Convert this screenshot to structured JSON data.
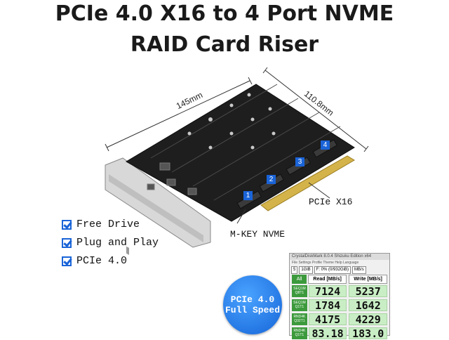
{
  "title_line1": "PCIe 4.0 X16 to 4 Port NVME",
  "title_line2": "RAID Card Riser",
  "dimensions": {
    "width": "145mm",
    "depth": "110.8mm"
  },
  "ports": [
    "1",
    "2",
    "3",
    "4"
  ],
  "callouts": {
    "pcie": "PCIe X16",
    "mkey": "M-KEY NVME"
  },
  "features": [
    "Free Drive",
    "Plug and Play",
    "PCIe 4.0"
  ],
  "badge": {
    "line1": "PCIe 4.0",
    "line2": "Full Speed"
  },
  "benchmark": {
    "window_title": "CrystalDiskMark 8.0.4 Shizuku Edition x64",
    "menu": "File  Settings  Profile  Theme  Help  Language",
    "all_label": "All",
    "count": "5",
    "size": "1GiB",
    "drive": "F: 0% (0/932GiB)",
    "unit": "MB/s",
    "read_header": "Read [MB/s]",
    "write_header": "Write [MB/s]",
    "rows": [
      {
        "label": "SEQ1M Q8T1",
        "read": "7124",
        "write": "5237"
      },
      {
        "label": "SEQ1M Q1T1",
        "read": "1784",
        "write": "1642"
      },
      {
        "label": "RND4K Q32T1",
        "read": "4175",
        "write": "4229"
      },
      {
        "label": "RND4K Q1T1",
        "read": "83.18",
        "write": "183.0"
      }
    ]
  },
  "colors": {
    "accent": "#1a64d8",
    "pcb": "#1e1e1e",
    "badge": "#1565d8",
    "result_bg": "#c9eec5"
  }
}
